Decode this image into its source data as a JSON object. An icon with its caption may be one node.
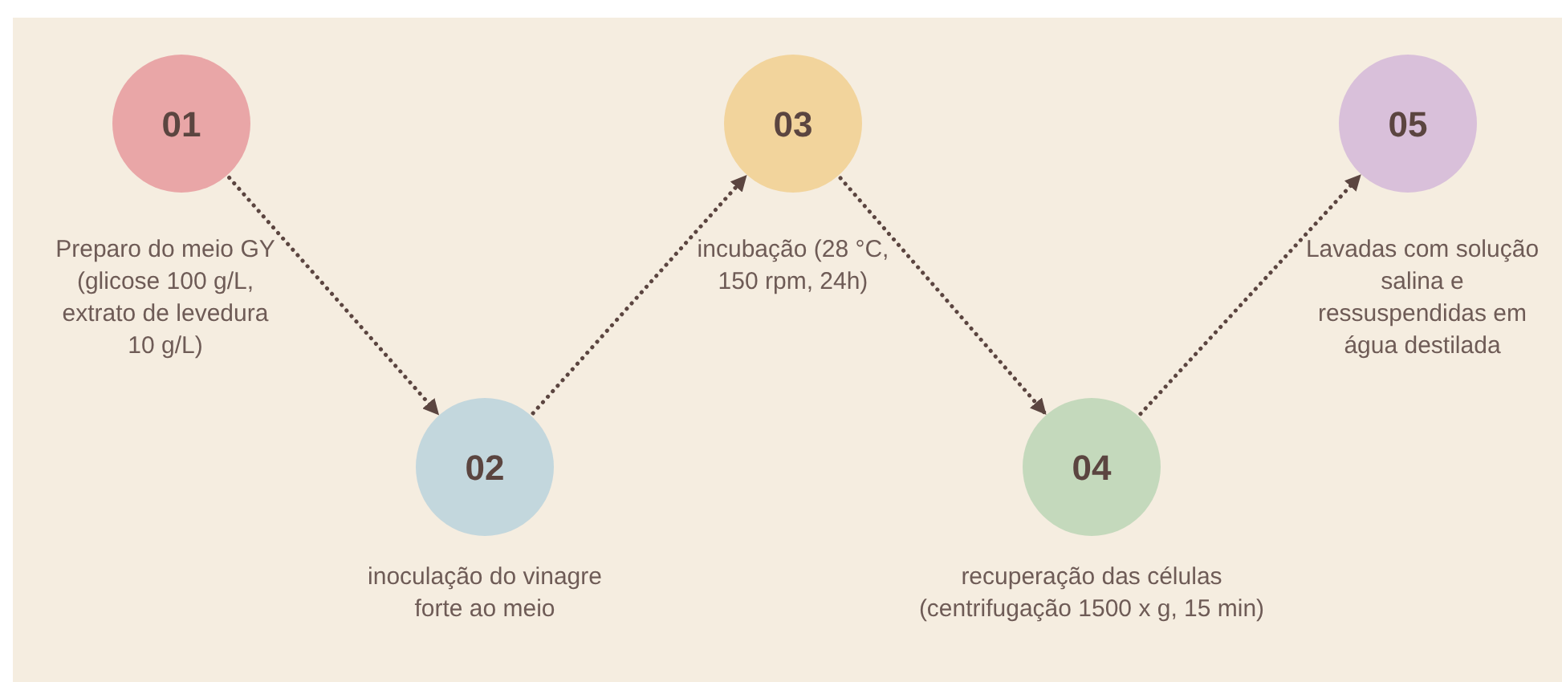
{
  "diagram": {
    "nodes": [
      {
        "text": [
          "01"
        ],
        "beside": [
          "Preparo do meio GY (glicose 100 g/L, extrato de levedura 10 g/L)"
        ]
      },
      {
        "text": [
          "02"
        ],
        "beside": [
          "inoculação do vinagre forte ao meio"
        ]
      },
      {
        "text": [
          "03"
        ],
        "beside": [
          "incubação (28 °C, 150 rpm, 24h)"
        ]
      },
      {
        "text": [
          "04"
        ],
        "beside": [
          "recuperação das células (centrifugação 1500 x g, 15 min)"
        ]
      },
      {
        "text": [
          "05"
        ],
        "beside": [
          "Lavadas com solução salina e ressuspendidas em água destilada"
        ]
      }
    ],
    "edges": [
      {
        "from": 0,
        "to": 1,
        "arrow": "to"
      },
      {
        "from": 1,
        "to": 2,
        "arrow": "to"
      },
      {
        "from": 2,
        "to": 3,
        "arrow": "to"
      },
      {
        "from": 3,
        "to": 4,
        "arrow": "to"
      }
    ]
  }
}
